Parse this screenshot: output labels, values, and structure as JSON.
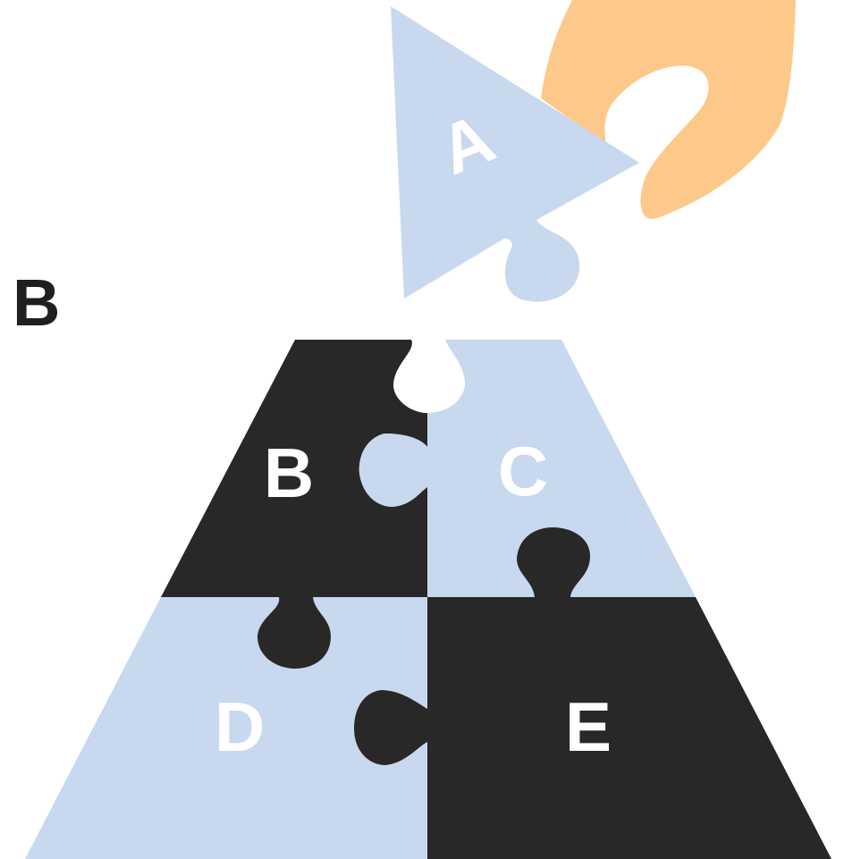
{
  "panel_label": "B",
  "colors": {
    "light_piece": "#c7d8ef",
    "dark_piece": "#282828",
    "hand": "#fdc98b",
    "background": "#ffffff"
  },
  "pieces": {
    "top": {
      "label": "A",
      "color": "light",
      "state": "held above pyramid"
    },
    "upper_left": {
      "label": "B",
      "color": "dark"
    },
    "upper_right": {
      "label": "C",
      "color": "light"
    },
    "lower_left": {
      "label": "D",
      "color": "light"
    },
    "lower_right": {
      "label": "E",
      "color": "dark"
    }
  },
  "hand_icon": "hand-holding-piece"
}
